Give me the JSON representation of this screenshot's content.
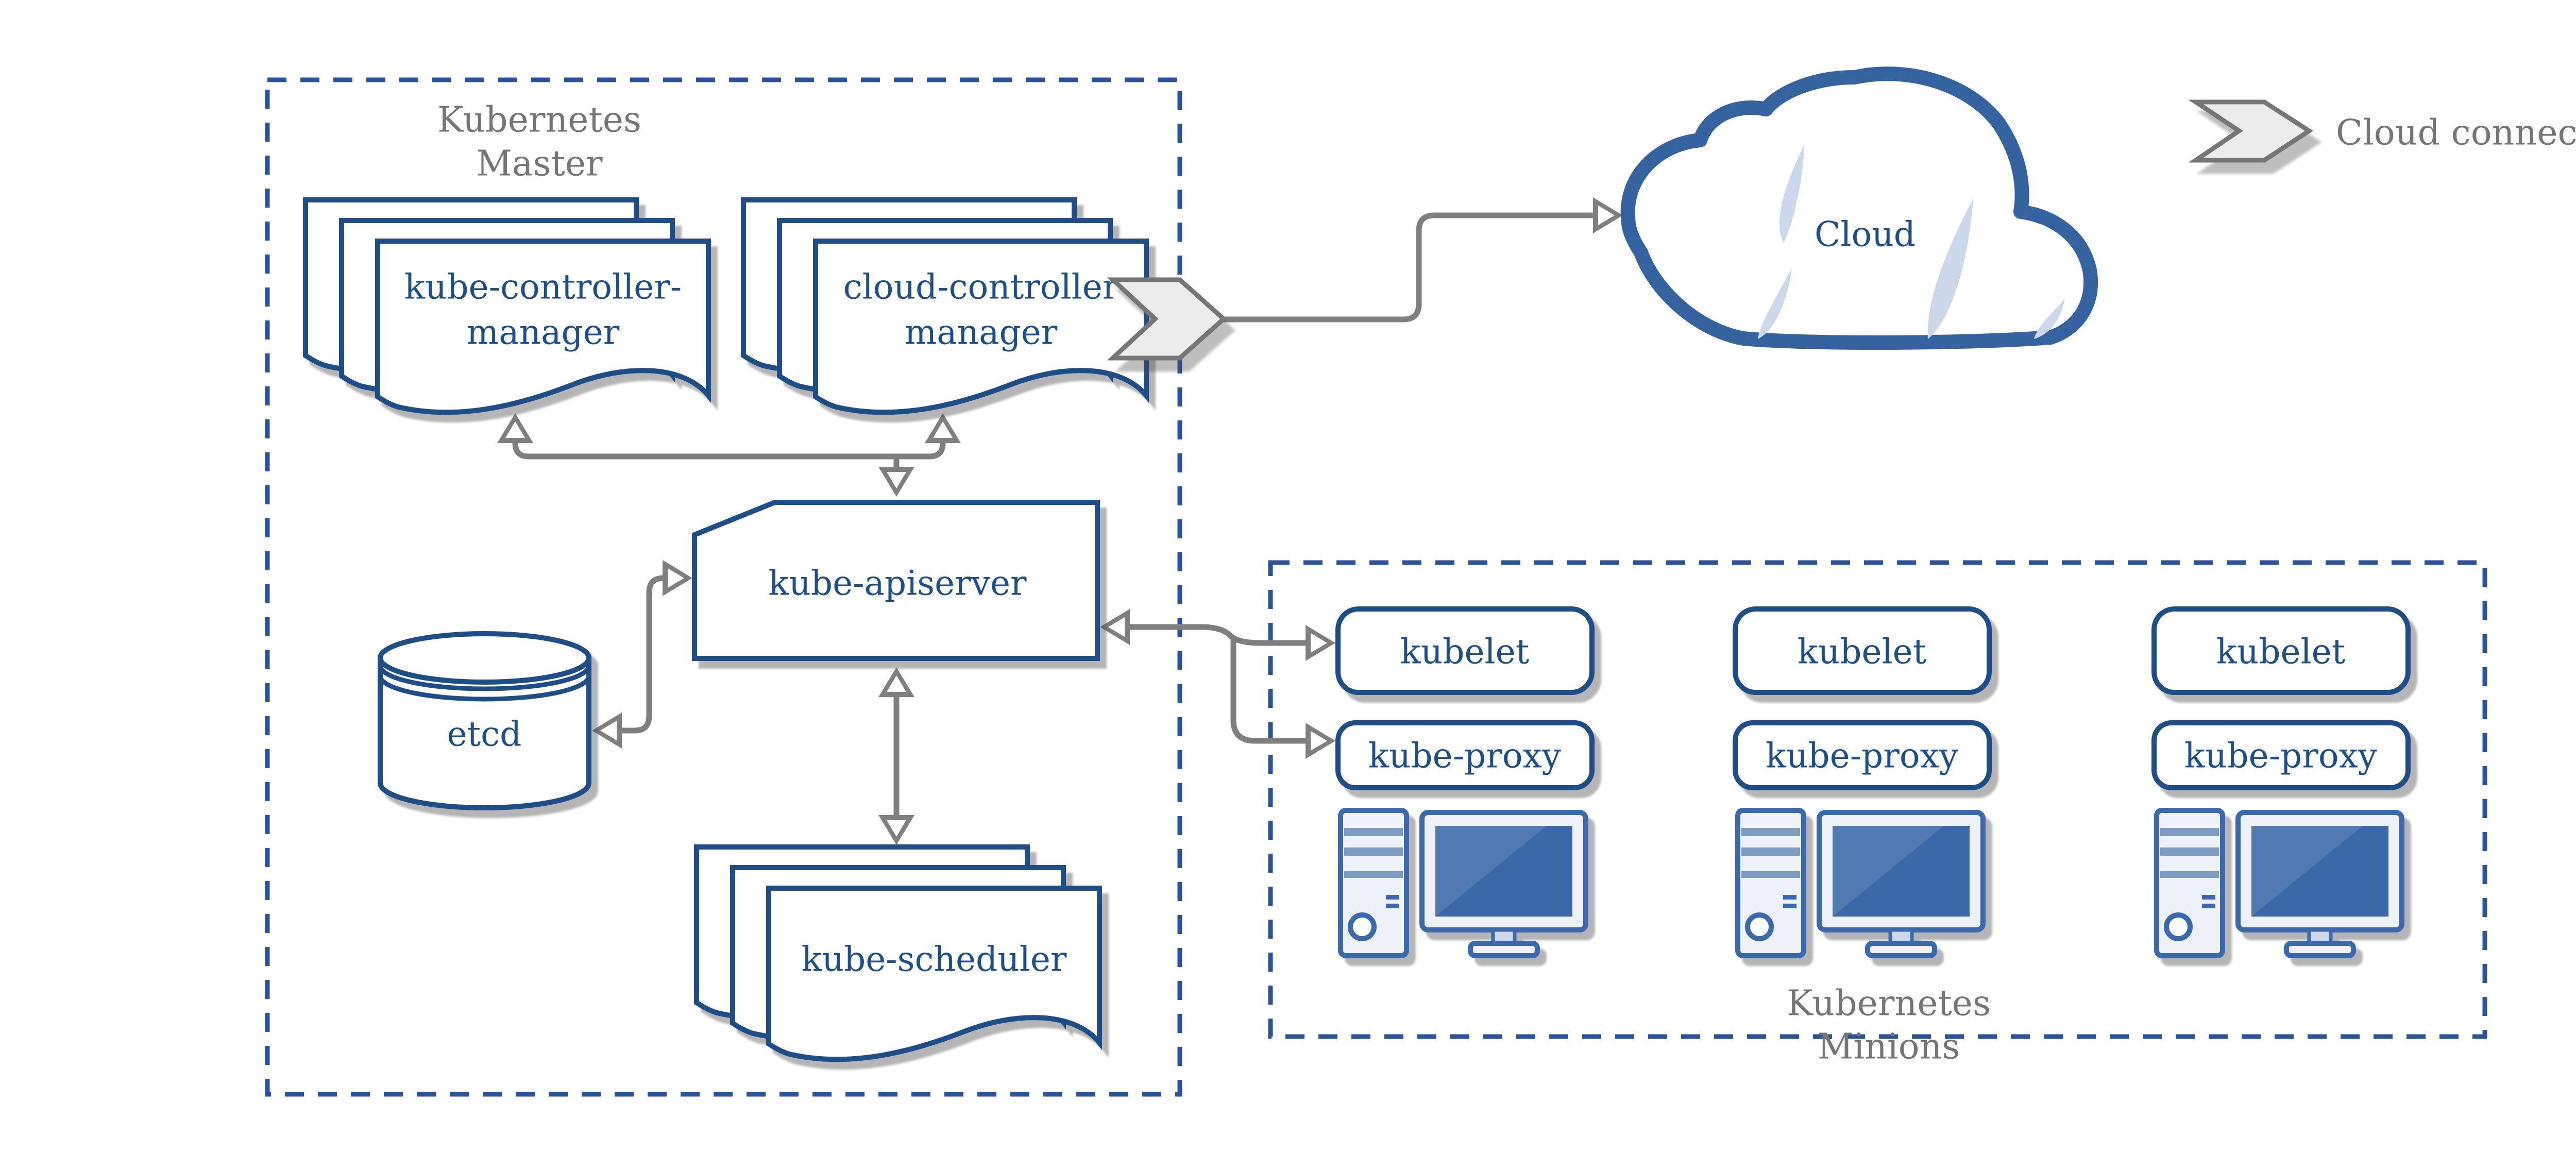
{
  "master_box": {
    "label_line1": "Kubernetes",
    "label_line2": "Master"
  },
  "minions_box": {
    "label_line1": "Kubernetes",
    "label_line2": "Minions"
  },
  "nodes": {
    "kube_controller_manager_line1": "kube-controller-",
    "kube_controller_manager_line2": "manager",
    "cloud_controller_manager_line1": "cloud-controller",
    "cloud_controller_manager_line2": "manager",
    "kube_apiserver": "kube-apiserver",
    "etcd": "etcd",
    "kube_scheduler": "kube-scheduler",
    "cloud": "Cloud"
  },
  "minion_columns": [
    {
      "kubelet": "kubelet",
      "kube_proxy": "kube-proxy"
    },
    {
      "kubelet": "kubelet",
      "kube_proxy": "kube-proxy"
    },
    {
      "kubelet": "kubelet",
      "kube_proxy": "kube-proxy"
    }
  ],
  "legend": {
    "cloud_connector_label": "Cloud connector"
  },
  "colors": {
    "shape_blue": "#1e4e87",
    "dashed_border_blue": "#29539b",
    "cloud_outline_blue": "#35639f",
    "light_blue_accent": "#ccd9ec",
    "computer_blue": "#3a6aad",
    "computer_fill": "#eef2f8",
    "arrow_gray": "#7f7f7f",
    "label_gray": "#757575",
    "chevron_fill": "#ececec",
    "shadow_gray": "#bdbdbd"
  }
}
